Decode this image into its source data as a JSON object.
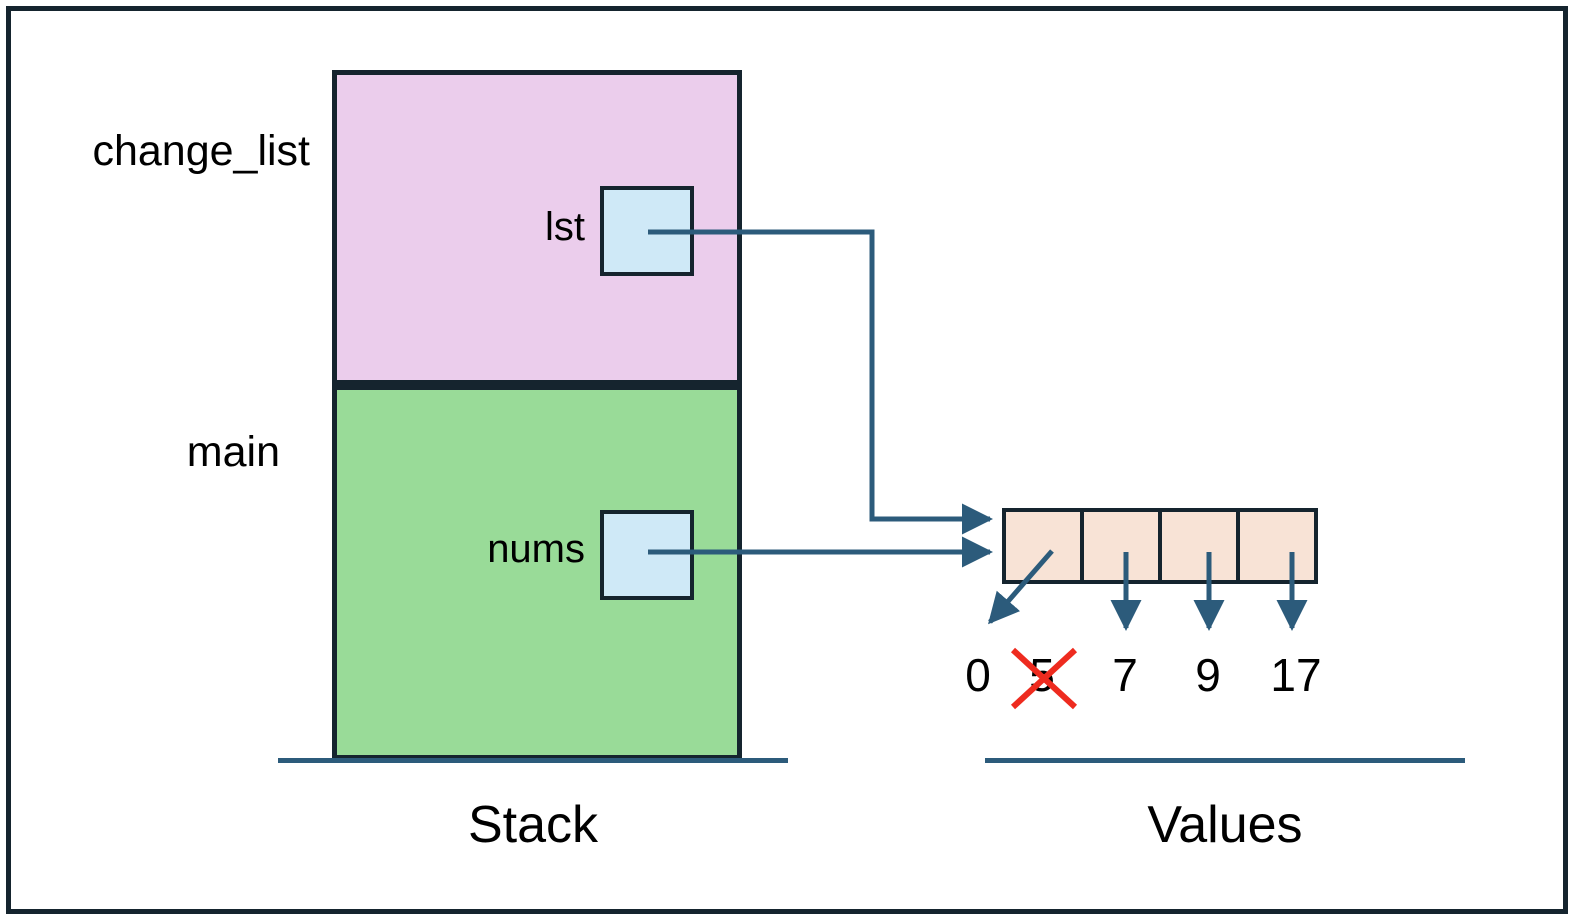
{
  "diagram": {
    "title": "Python call stack and list values diagram",
    "sections": {
      "stack_caption": "Stack",
      "values_caption": "Values"
    },
    "colors": {
      "frame_border": "#15242E",
      "change_list_fill": "#EBCDEC",
      "main_fill": "#99DB98",
      "variable_box_fill": "#CFE9F7",
      "list_cell_fill": "#F8E3D6",
      "arrow": "#2C5B7B",
      "strike": "#EE2B1F",
      "page_border": "#15242E"
    },
    "stack": {
      "frames": [
        {
          "name": "change_list",
          "label": "change_list",
          "variables": [
            {
              "name": "lst",
              "label": "lst",
              "value_kind": "reference"
            }
          ]
        },
        {
          "name": "main",
          "label": "main",
          "variables": [
            {
              "name": "nums",
              "label": "nums",
              "value_kind": "reference"
            }
          ]
        }
      ]
    },
    "values": {
      "list_object": {
        "cell_count": 4,
        "cells": [
          {
            "index": 0,
            "label": "0",
            "previous_label": "5",
            "struck": true
          },
          {
            "index": 1,
            "label": "7",
            "struck": false
          },
          {
            "index": 2,
            "label": "9",
            "struck": false
          },
          {
            "index": 3,
            "label": "17",
            "struck": false
          }
        ]
      },
      "value_labels": {
        "new_first": "0",
        "old_first": "5",
        "second": "7",
        "third": "9",
        "fourth": "17"
      }
    },
    "connectors": [
      {
        "from": "lst",
        "to": "list-object-cell-0",
        "style": "orthogonal"
      },
      {
        "from": "nums",
        "to": "list-object-cell-0",
        "style": "straight"
      },
      {
        "from": "list-object-cell-0",
        "to": "value-0",
        "style": "diagonal"
      },
      {
        "from": "list-object-cell-1",
        "to": "value-7",
        "style": "vertical"
      },
      {
        "from": "list-object-cell-2",
        "to": "value-9",
        "style": "vertical"
      },
      {
        "from": "list-object-cell-3",
        "to": "value-17",
        "style": "vertical"
      }
    ],
    "icons": {
      "strikethrough": "red-x-cross-icon",
      "arrowhead": "arrowhead-icon"
    }
  }
}
